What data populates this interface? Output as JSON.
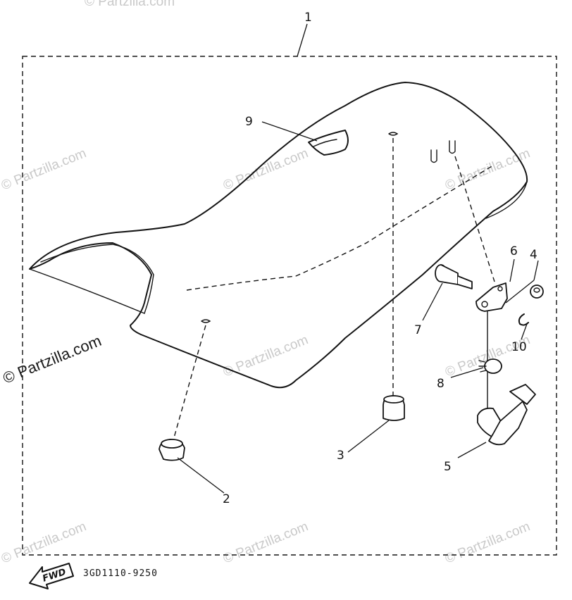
{
  "callouts": {
    "c1": "1",
    "c2": "2",
    "c3": "3",
    "c4": "4",
    "c5": "5",
    "c6": "6",
    "c7": "7",
    "c8": "8",
    "c9": "9",
    "c10": "10"
  },
  "fwd_label": "FWD",
  "drawing_code": "3GD1110-9250",
  "watermark": "© Partzilla.com",
  "colors": {
    "ink": "#141414",
    "watermark": "#c9c9c9",
    "background": "#ffffff"
  }
}
